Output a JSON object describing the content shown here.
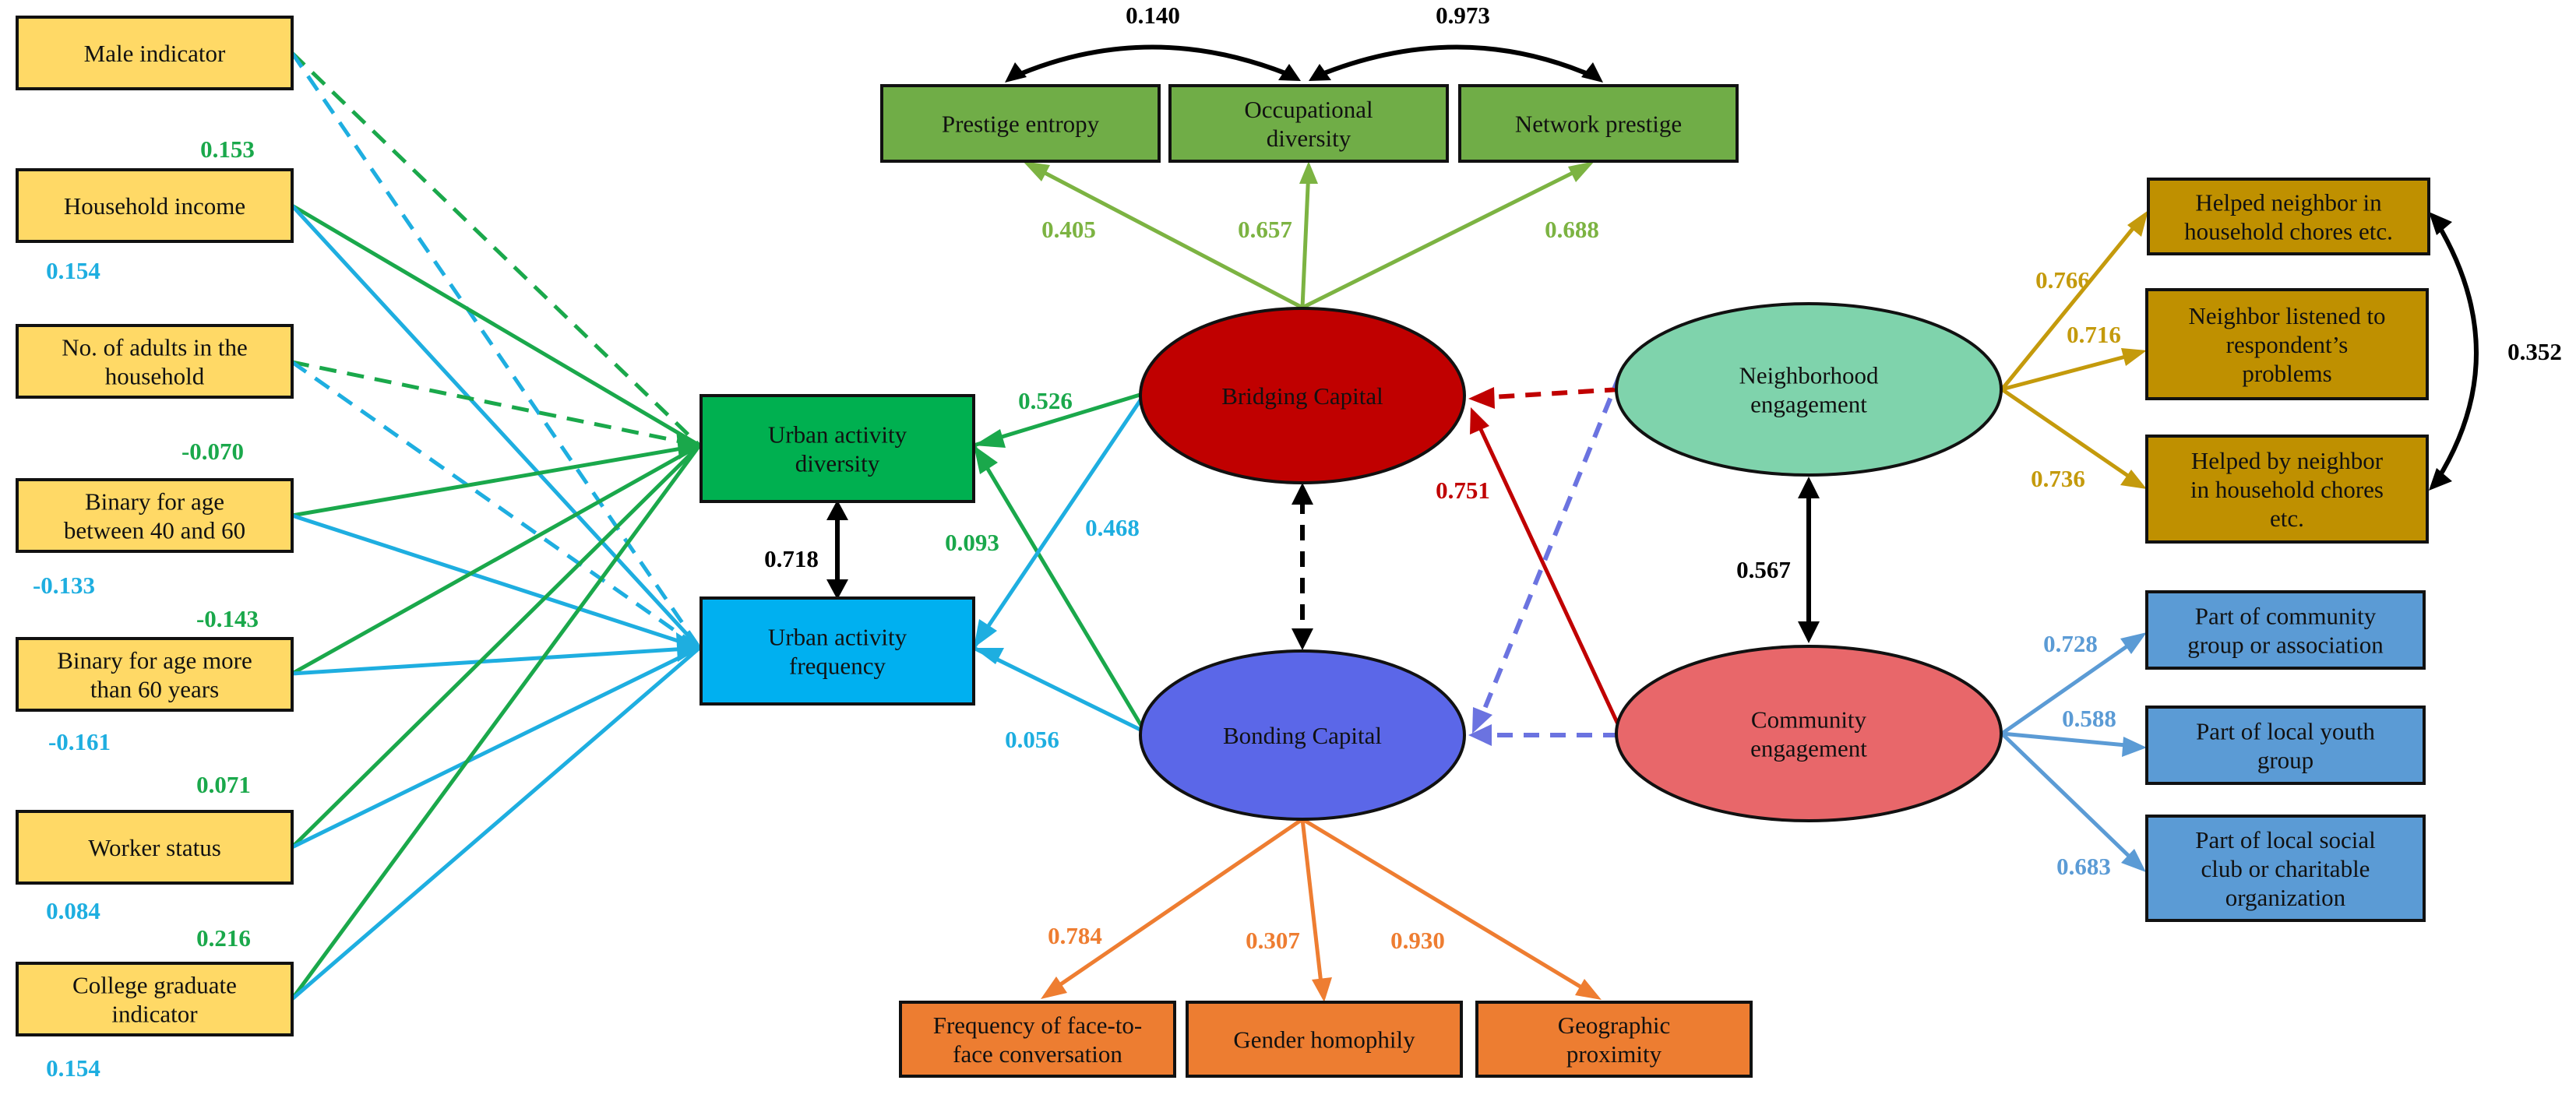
{
  "colors": {
    "observed_left": "#ffd966",
    "urban_diversity": "#00b050",
    "urban_frequency": "#00b0f0",
    "bridging": "#c00000",
    "bonding": "#5b67e8",
    "neighborhood": "#7fd3ac",
    "community": "#e8676a",
    "bridging_indicators": "#70ad47",
    "bonding_indicators": "#ed7d31",
    "neighborhood_indicators": "#bf9000",
    "community_indicators": "#5b9bd5",
    "green_path": "#1aa84b",
    "blue_path": "#1eaee0",
    "bridging_loading": "#7cb342",
    "bonding_loading": "#ee7d31",
    "neighborhood_loading": "#c49a0c",
    "community_loading": "#5b9bd5",
    "dashed_latent": "#6b73e0",
    "covariance": "#000000"
  },
  "nodes": {
    "male": [
      "Male indicator"
    ],
    "income": [
      "Household income"
    ],
    "adults": [
      "No. of adults in the",
      "household"
    ],
    "age40": [
      "Binary for age",
      "between 40  and 60"
    ],
    "age60": [
      "Binary for age more",
      "than 60 years"
    ],
    "worker": [
      "Worker status"
    ],
    "college": [
      "College graduate",
      "indicator"
    ],
    "uad": [
      "Urban activity",
      "diversity"
    ],
    "uaf": [
      "Urban activity",
      "frequency"
    ],
    "prestige_entropy": [
      "Prestige entropy"
    ],
    "occ_div": [
      "Occupational",
      "diversity"
    ],
    "net_prestige": [
      "Network prestige"
    ],
    "bridging": [
      "Bridging Capital"
    ],
    "bonding": [
      "Bonding Capital"
    ],
    "neighborhood": [
      "Neighborhood",
      "engagement"
    ],
    "community": [
      "Community",
      "engagement"
    ],
    "freq_face": [
      "Frequency of face-to-",
      "face conversation"
    ],
    "gender_homophily": [
      "Gender homophily"
    ],
    "geo_prox": [
      "Geographic",
      "proximity"
    ],
    "helped_neighbor": [
      "Helped neighbor in",
      "household chores etc."
    ],
    "neighbor_listened": [
      "Neighbor listened to",
      "respondent’s",
      "problems"
    ],
    "helped_by": [
      "Helped by neighbor",
      "in household chores",
      "etc."
    ],
    "part_community": [
      "Part of community",
      "group or association"
    ],
    "part_youth": [
      "Part of local youth",
      "group"
    ],
    "part_social": [
      "Part of local social",
      "club or charitable",
      "organization"
    ]
  },
  "coefficients": {
    "cov_pe_od": "0.140",
    "cov_od_np": "0.973",
    "load_pe": "0.405",
    "load_od": "0.657",
    "load_np": "0.688",
    "income_uad": "0.153",
    "income_uaf": "0.154",
    "age40_uad": "-0.070",
    "age40_uaf": "-0.133",
    "age60_uad": "-0.143",
    "age60_uaf": "-0.161",
    "worker_uad": "0.071",
    "worker_uaf": "0.084",
    "college_uad": "0.216",
    "college_uaf": "0.154",
    "bridging_uad": "0.526",
    "bonding_uad": "0.093",
    "bridging_uaf": "0.468",
    "bonding_uaf": "0.056",
    "cov_uad_uaf": "0.718",
    "community_bridging": "0.751",
    "cov_neigh_comm": "0.567",
    "load_helped_neighbor": "0.766",
    "load_neighbor_listened": "0.716",
    "load_helped_by": "0.736",
    "cov_helped": "0.352",
    "load_part_community": "0.728",
    "load_part_youth": "0.588",
    "load_part_social": "0.683",
    "load_freq_face": "0.784",
    "load_gender": "0.307",
    "load_geo": "0.930"
  }
}
